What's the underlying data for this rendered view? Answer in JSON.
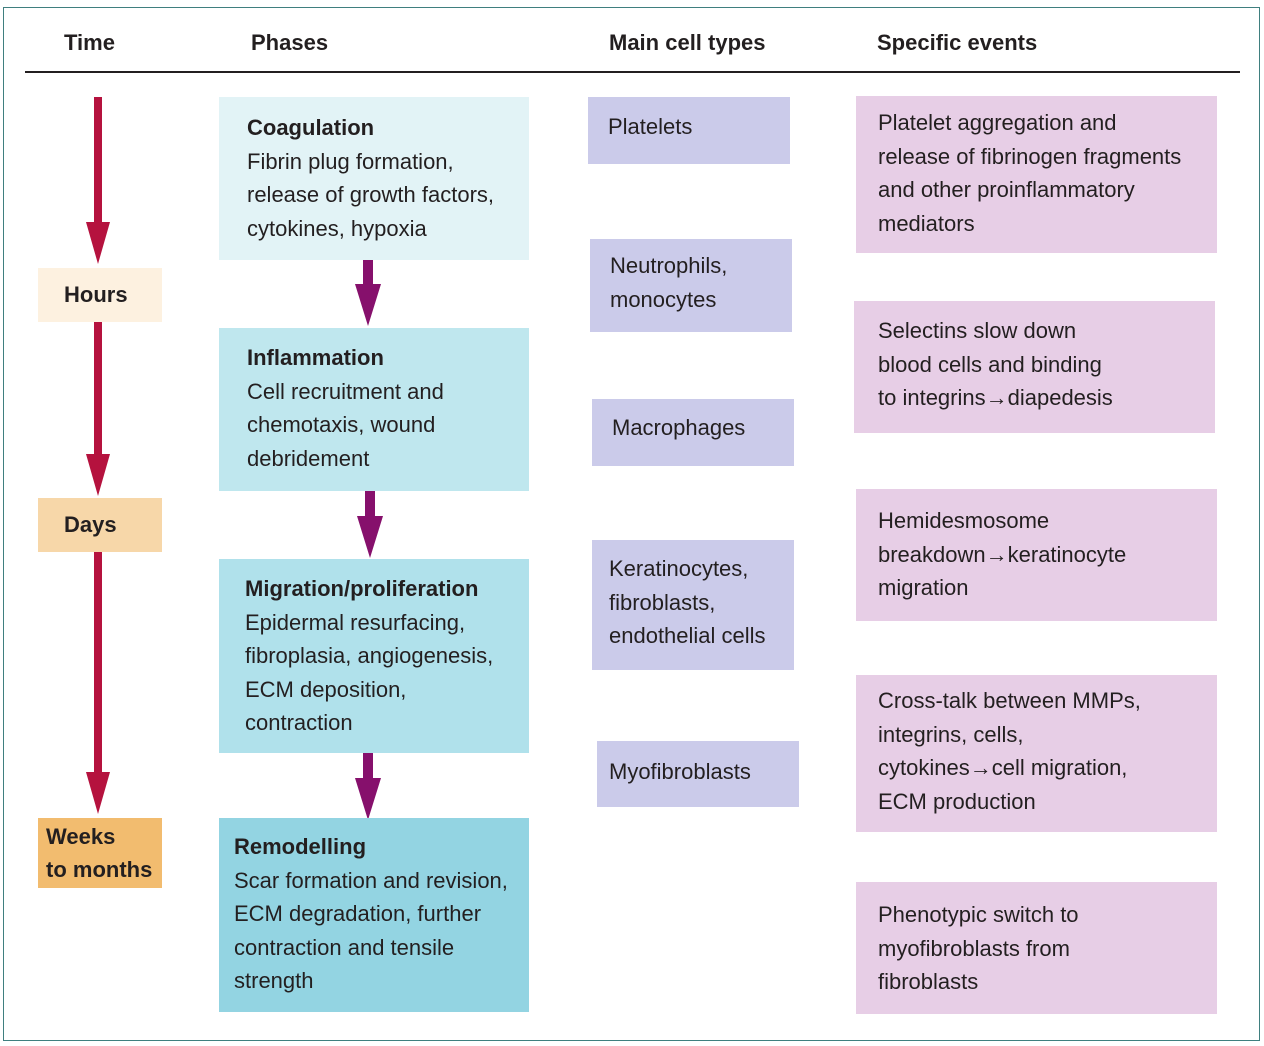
{
  "colors": {
    "time_arrow": "#b5123e",
    "phase_arrow": "#86106c",
    "cell_box": "#cbcbea",
    "event_box": "#e7cee6",
    "frame": "#3f7f7f"
  },
  "headers": {
    "time": "Time",
    "phases": "Phases",
    "cells": "Main cell types",
    "events": "Specific events"
  },
  "time_labels": [
    {
      "text": "Hours",
      "color": "#fdf1e0"
    },
    {
      "text": "Days",
      "color": "#f7d7a9"
    },
    {
      "lines": [
        "Weeks",
        "to months"
      ],
      "color": "#f2bc6f"
    }
  ],
  "phases": [
    {
      "title": "Coagulation",
      "lines": [
        "Fibrin plug formation,",
        "release of growth factors,",
        "cytokines, hypoxia"
      ],
      "color": "#e2f3f6"
    },
    {
      "title": "Inflammation",
      "lines": [
        "Cell recruitment and",
        "chemotaxis, wound",
        "debridement"
      ],
      "color": "#bfe7ee"
    },
    {
      "title": "Migration/proliferation",
      "lines": [
        "Epidermal resurfacing,",
        "fibroplasia, angiogenesis,",
        "ECM deposition,",
        "contraction"
      ],
      "color": "#b0e1eb"
    },
    {
      "title": "Remodelling",
      "lines": [
        "Scar formation and revision,",
        "ECM degradation, further",
        "contraction and tensile",
        "strength"
      ],
      "color": "#93d4e2"
    }
  ],
  "cells": [
    {
      "lines": [
        "Platelets"
      ]
    },
    {
      "lines": [
        "Neutrophils,",
        "monocytes"
      ]
    },
    {
      "lines": [
        "Macrophages"
      ]
    },
    {
      "lines": [
        "Keratinocytes,",
        "fibroblasts,",
        "endothelial cells"
      ]
    },
    {
      "lines": [
        "Myofibroblasts"
      ]
    }
  ],
  "events": [
    {
      "lines": [
        "Platelet aggregation and",
        "release of fibrinogen fragments",
        "and other proinflammatory",
        "mediators"
      ]
    },
    {
      "lines": [
        "Selectins slow down",
        "blood cells and binding",
        "to integrins→diapedesis"
      ]
    },
    {
      "lines": [
        "Hemidesmosome",
        "breakdown→keratinocyte",
        "migration"
      ]
    },
    {
      "lines": [
        "Cross-talk between MMPs,",
        "integrins, cells,",
        "cytokines→cell migration,",
        "ECM production"
      ]
    },
    {
      "lines": [
        "Phenotypic switch to",
        "myofibroblasts from",
        "fibroblasts"
      ]
    }
  ]
}
